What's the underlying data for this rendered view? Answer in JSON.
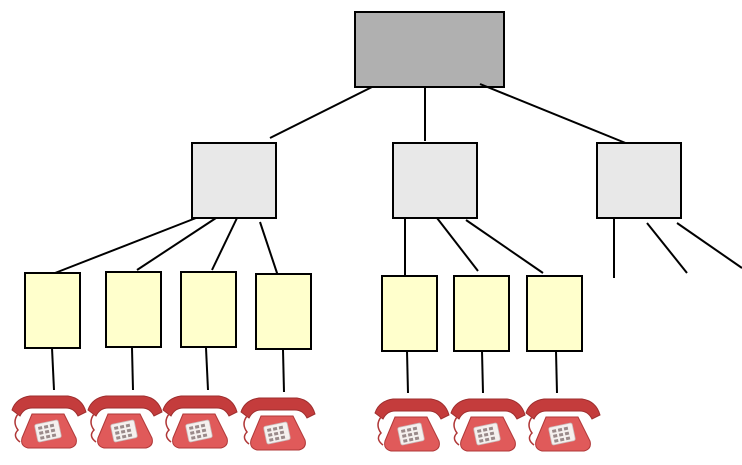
{
  "diagram": {
    "type": "hierarchy",
    "colors": {
      "root_fill": "#b0b0b0",
      "switch_fill": "#e8e8e8",
      "line_fill": "#ffffcc",
      "stroke": "#000000",
      "phone_body": "#e05a5a",
      "phone_dark": "#c43c3c",
      "phone_keypad": "#f5f0ee"
    },
    "root": {
      "label": "",
      "children": [
        {
          "label": "",
          "children_count": 4,
          "phones_per_child": 1
        },
        {
          "label": "",
          "children_count": 3,
          "phones_per_child": 1
        },
        {
          "label": "",
          "children_count": 0,
          "stub_lines": 3
        }
      ]
    },
    "icons": {
      "phone": "red-desk-telephone-icon"
    }
  }
}
